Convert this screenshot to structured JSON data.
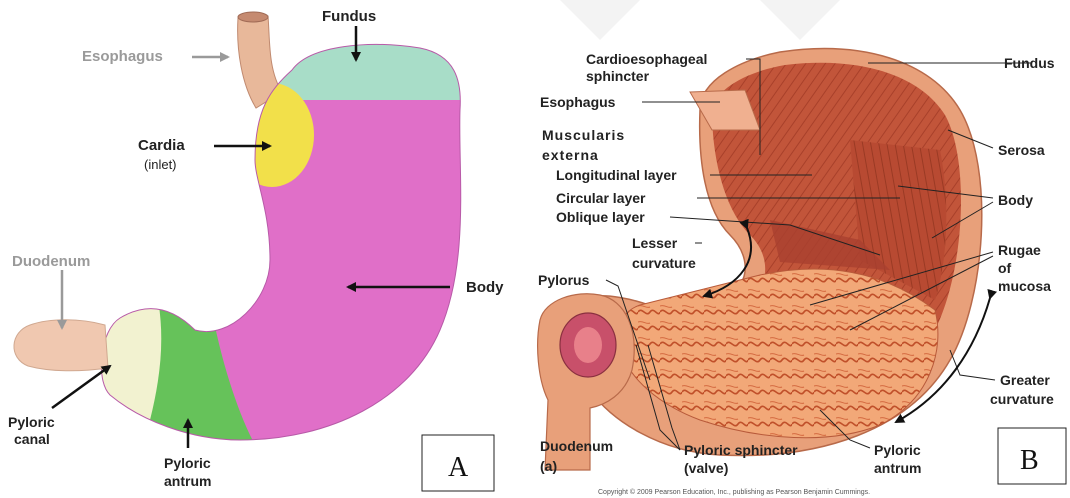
{
  "panel_a": {
    "letter": "A",
    "labels": {
      "esophagus": "Esophagus",
      "fundus": "Fundus",
      "cardia_1": "Cardia",
      "cardia_2": "(inlet)",
      "duodenum": "Duodenum",
      "body": "Body",
      "pyloric_canal_1": "Pyloric",
      "pyloric_canal_2": "canal",
      "pyloric_antrum_1": "Pyloric",
      "pyloric_antrum_2": "antrum"
    },
    "colors": {
      "fundus": "#a8ddc8",
      "cardia": "#f2e04a",
      "body": "#e06fc8",
      "antrum": "#66c25a",
      "canal": "#f2f2d0",
      "esophagus": "#e8b89a",
      "duodenum": "#f0c8b0"
    }
  },
  "panel_b": {
    "letter": "B",
    "labels": {
      "cardioesophageal_1": "Cardioesophageal",
      "cardioesophageal_2": "sphincter",
      "esophagus": "Esophagus",
      "muscularis_1": "Muscularis",
      "muscularis_2": "externa",
      "longitudinal": "Longitudinal layer",
      "circular": "Circular layer",
      "oblique": "Oblique layer",
      "lesser_1": "Lesser",
      "lesser_2": "curvature",
      "pylorus": "Pylorus",
      "duodenum": "Duodenum",
      "panel_a_mark": "(a)",
      "pyloric_sphincter_1": "Pyloric sphincter",
      "pyloric_sphincter_2": "(valve)",
      "pyloric_antrum_1": "Pyloric",
      "pyloric_antrum_2": "antrum",
      "fundus": "Fundus",
      "serosa": "Serosa",
      "body": "Body",
      "rugae_1": "Rugae",
      "rugae_2": "of",
      "rugae_3": "mucosa",
      "greater_1": "Greater",
      "greater_2": "curvature"
    },
    "copyright": "Copyright © 2009 Pearson Education, Inc., publishing as Pearson Benjamin Cummings.",
    "colors": {
      "serosa": "#e8a07a",
      "muscle": "#c85a3c",
      "mucosa": "#f0a070",
      "rugae": "#c85028"
    }
  }
}
